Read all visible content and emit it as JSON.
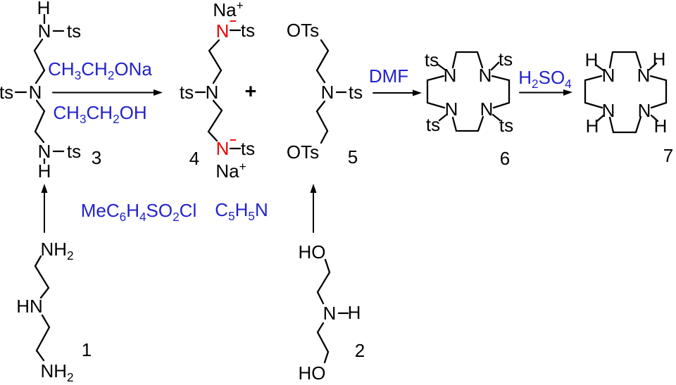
{
  "colors": {
    "background": "#ffffff",
    "bond": "#000000",
    "reagent_blue": "#2222cc",
    "anion_red": "#ee0000"
  },
  "reagents": {
    "sodium_ethoxide": "CH~3~CH~2~ONa",
    "ethanol": "CH~3~CH~2~OH",
    "tosyl_chloride": "MeC~6~H~4~SO~2~Cl",
    "pyridine": "C~5~H~5~N",
    "dmf": "DMF",
    "sulfuric_acid": "H~2~SO~4~"
  },
  "operators": {
    "plus": "+"
  },
  "compounds": {
    "c1": {
      "label": "1",
      "amine_top": "NH~2~",
      "amine_mid": "HN",
      "amine_bottom": "NH~2~"
    },
    "c2": {
      "label": "2",
      "hydroxyl_top": "HO",
      "n": "N",
      "h": "H",
      "hydroxyl_bottom": "HO"
    },
    "c3": {
      "label": "3",
      "h_top": "H",
      "n_top": "N",
      "ts_top": "ts",
      "ts_left": "ts",
      "n_center": "N",
      "n_bottom": "N",
      "ts_bottom": "ts",
      "h_bottom": "H"
    },
    "c4": {
      "label": "4",
      "na_top": "Na^+^",
      "n_anion": "N",
      "minus_charge": "−",
      "ts_top": "ts",
      "ts_left": "ts",
      "n_center": "N",
      "ts_bottom": "ts",
      "na_bottom": "Na^+^"
    },
    "c5": {
      "label": "5",
      "ots_top": "OTs",
      "n": "N",
      "ts": "ts",
      "ots_bottom": "OTs"
    },
    "c6": {
      "label": "6",
      "n": "N",
      "ts": "ts"
    },
    "c7": {
      "label": "7",
      "n": "N",
      "h": "H"
    }
  }
}
